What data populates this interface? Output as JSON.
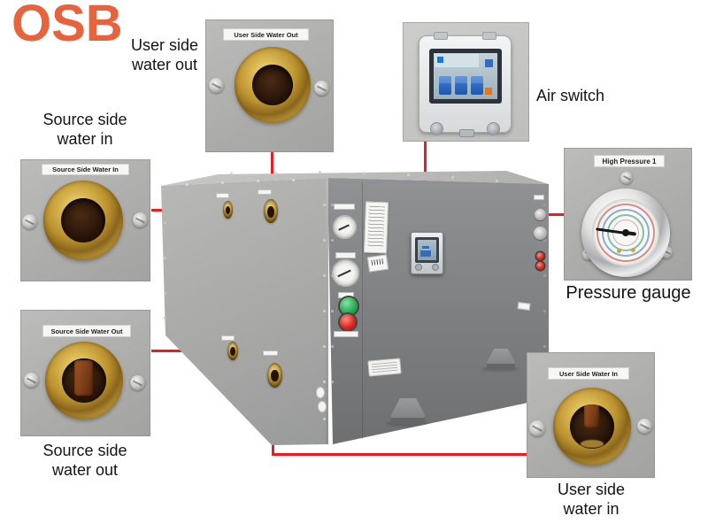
{
  "brand": {
    "name": "OSB"
  },
  "callouts": {
    "user_side_water_out": {
      "photo_label": "User Side Water Out",
      "lines": [
        "User side",
        "water out"
      ]
    },
    "air_switch": {
      "label": "Air switch"
    },
    "pressure_gauge": {
      "photo_label": "High Pressure 1",
      "label": "Pressure gauge"
    },
    "source_side_water_in": {
      "photo_label": "Source Side Water In",
      "lines": [
        "Source side",
        "water in"
      ]
    },
    "source_side_water_out": {
      "photo_label": "Source Side Water Out",
      "lines": [
        "Source side",
        "water out"
      ]
    },
    "user_side_water_in": {
      "photo_label": "User Side Water In",
      "lines": [
        "User side",
        "water in"
      ]
    }
  },
  "colors": {
    "brand_orange": "#e8623c",
    "callout_red": "#ec1b23"
  }
}
